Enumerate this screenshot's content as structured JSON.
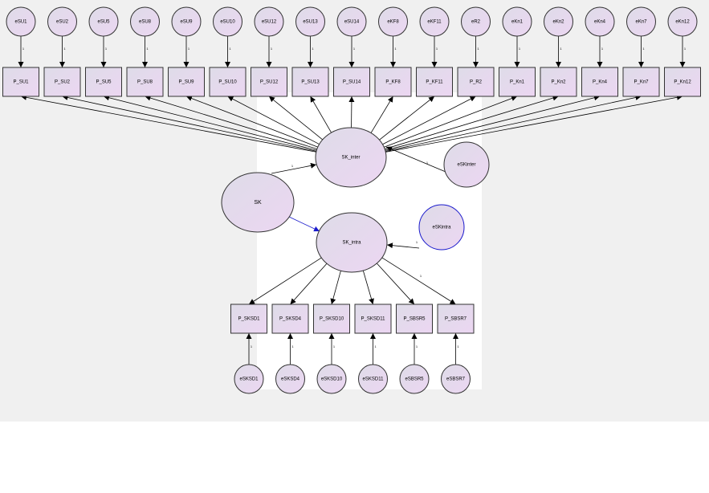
{
  "colors": {
    "fill_a": "#dedce8",
    "fill_b": "#ecd6f2",
    "stroke": "#333333",
    "highlight": "#1a1acc"
  },
  "diagram": {
    "error_path_label": "1",
    "top_errors": [
      "eSU1",
      "eSU2",
      "eSU5",
      "eSU8",
      "eSU9",
      "eSU10",
      "eSU12",
      "eSU13",
      "eSU14",
      "eKF8",
      "eKF11",
      "eR2",
      "eKn1",
      "eKn2",
      "eKn4",
      "eKn7",
      "eKn12"
    ],
    "top_indicators": [
      "P_SU1",
      "P_SU2",
      "P_SU5",
      "P_SU8",
      "P_SU9",
      "P_SU10",
      "P_SU12",
      "P_SU13",
      "P_SU14",
      "P_KF8",
      "P_KF11",
      "P_R2",
      "P_Kn1",
      "P_Kn2",
      "P_Kn4",
      "P_Kn7",
      "P_Kn12"
    ],
    "latents": {
      "sk": "SK",
      "sk_inter": "SK_inter",
      "sk_intra": "SK_intra"
    },
    "disturbances": {
      "inter": "eSKinter",
      "intra": "eSKintra"
    },
    "bottom_indicators": [
      "P_SKSD1",
      "P_SKSD4",
      "P_SKSD10",
      "P_SKSD11",
      "P_SBSR5",
      "P_SBSR7"
    ],
    "bottom_errors": [
      "eSKSD1",
      "eSKSD4",
      "eSKSD10",
      "eSKSD11",
      "eSBSR5",
      "eSBSR7"
    ]
  }
}
